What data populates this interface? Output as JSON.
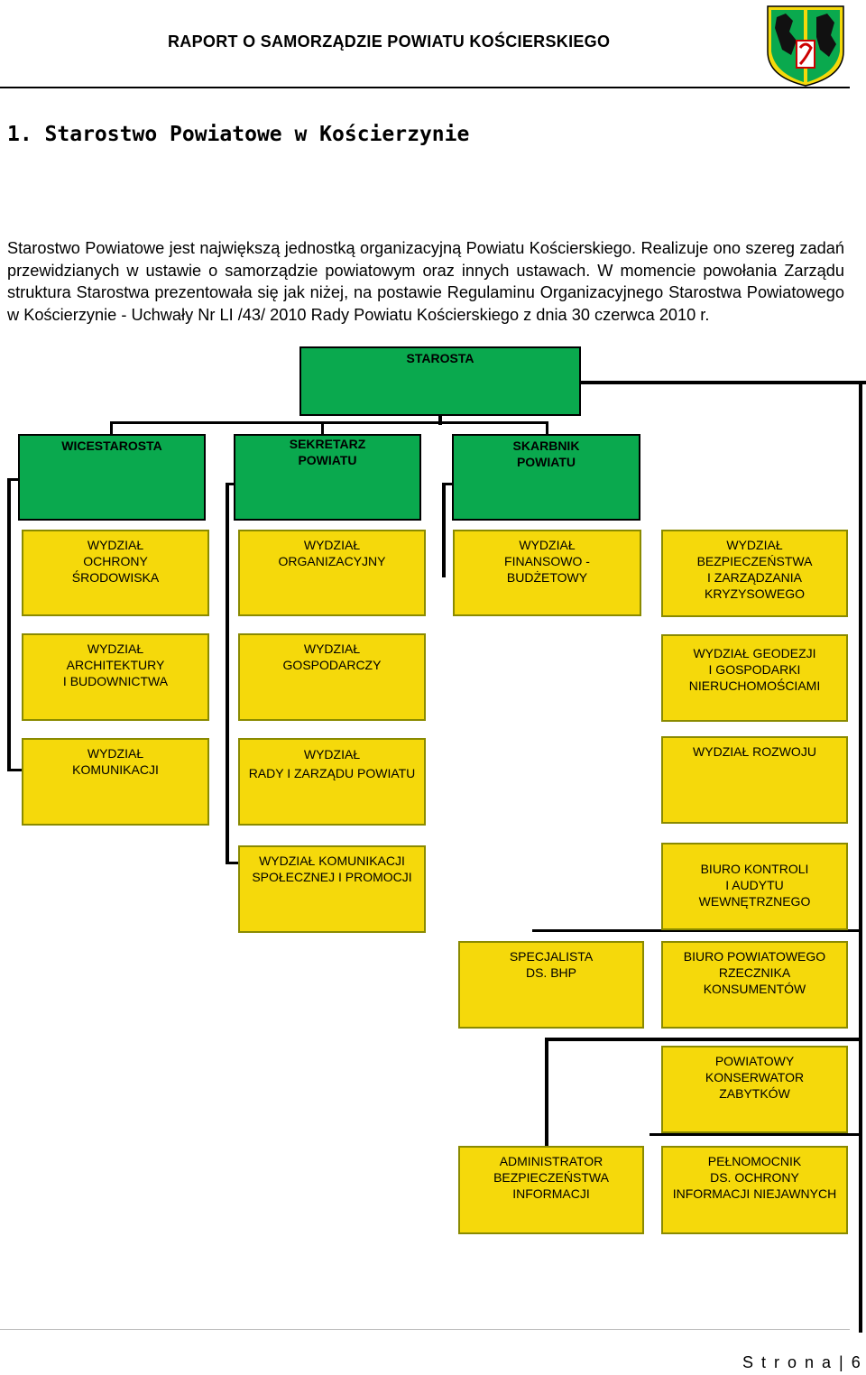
{
  "header": {
    "title": "RAPORT O SAMORZĄDZIE POWIATU KOŚCIERSKIEGO",
    "crest": "powiat-koscierski-coat-of-arms"
  },
  "section_title": "1. Starostwo Powiatowe w Kościerzynie",
  "intro_text": "Starostwo Powiatowe jest największą jednostką organizacyjną Powiatu Kościerskiego. Realizuje ono szereg zadań przewidzianych w ustawie o samorządzie powiatowym oraz innych ustawach. W momencie powołania Zarządu struktura Starostwa prezentowała się jak niżej, na postawie Regulaminu Organizacyjnego Starostwa Powiatowego w Kościerzynie - Uchwały Nr LI /43/ 2010 Rady Powiatu Kościerskiego z dnia 30 czerwca 2010 r.",
  "org_chart": {
    "starosta": "STAROSTA",
    "wicestarosta": "WICESTAROSTA",
    "sekretarz": [
      "SEKRETARZ",
      "POWIATU"
    ],
    "skarbnik": [
      "SKARBNIK",
      "POWIATU"
    ],
    "units": {
      "ochrona": [
        "WYDZIAŁ",
        "OCHRONY",
        "ŚRODOWISKA"
      ],
      "organizacyjny": [
        "WYDZIAŁ",
        "ORGANIZACYJNY"
      ],
      "finansowy": [
        "WYDZIAŁ",
        "FINANSOWO -",
        "BUDŻETOWY"
      ],
      "bezpieczenstwo": [
        "WYDZIAŁ",
        "BEZPIECZEŃSTWA",
        "I ZARZĄDZANIA",
        "KRYZYSOWEGO"
      ],
      "architektura": [
        "WYDZIAŁ",
        "ARCHITEKTURY",
        "I BUDOWNICTWA"
      ],
      "gospodarczy": [
        "WYDZIAŁ",
        "GOSPODARCZY"
      ],
      "geodezja": [
        "WYDZIAŁ GEODEZJI",
        "I GOSPODARKI",
        "NIERUCHOMOŚCIAMI"
      ],
      "komunikacja": [
        "WYDZIAŁ",
        "KOMUNIKACJI"
      ],
      "rada": [
        "WYDZIAŁ",
        "RADY I ZARZĄDU POWIATU"
      ],
      "rozwoj": [
        "WYDZIAŁ ROZWOJU"
      ],
      "promocja": [
        "WYDZIAŁ KOMUNIKACJI",
        "SPOŁECZNEJ I PROMOCJI"
      ],
      "kontrola": [
        "BIURO KONTROLI",
        "I AUDYTU",
        "WEWNĘTRZNEGO"
      ],
      "bhp": [
        "SPECJALISTA",
        "DS. BHP"
      ],
      "rzecznik": [
        "BIURO POWIATOWEGO",
        "RZECZNIKA",
        "KONSUMENTÓW"
      ],
      "konserwator": [
        "POWIATOWY",
        "KONSERWATOR",
        "ZABYTKÓW"
      ],
      "abi": [
        "ADMINISTRATOR",
        "BEZPIECZEŃSTWA",
        "INFORMACJI"
      ],
      "pelnomocnik": [
        "PEŁNOMOCNIK",
        "DS. OCHRONY",
        "INFORMACJI NIEJAWNYCH"
      ]
    }
  },
  "footer": {
    "page_label": "S t r o n a | 6"
  }
}
